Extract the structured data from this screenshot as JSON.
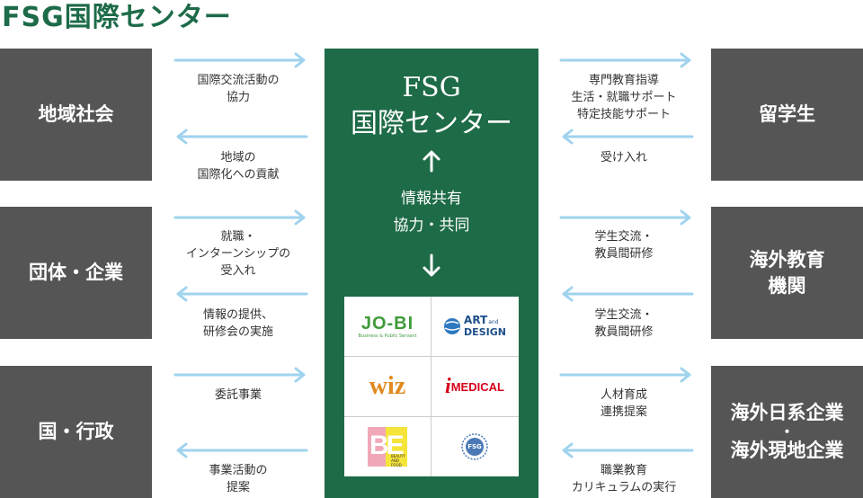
{
  "title": "FSG国際センター",
  "center": {
    "title_line1": "FSG",
    "title_line2": "国際センター",
    "middle_line1": "情報共有",
    "middle_line2": "協力・共同"
  },
  "left_boxes": {
    "community": "地域社会",
    "organizations": "団体・企業",
    "government": "国・行政"
  },
  "right_boxes": {
    "students": "留学生",
    "overseas_edu_line1": "海外教育",
    "overseas_edu_line2": "機関",
    "overseas_corp_line1": "海外日系企業",
    "overseas_corp_dot": "・",
    "overseas_corp_line2": "海外現地企業"
  },
  "left_labels": {
    "l1": [
      "国際交流活動の",
      "協力"
    ],
    "l2": [
      "地域の",
      "国際化への貢献"
    ],
    "l3": [
      "就職・",
      "インターンシップの",
      "受入れ"
    ],
    "l4": [
      "情報の提供、",
      "研修会の実施"
    ],
    "l5": [
      "委託事業"
    ],
    "l6": [
      "事業活動の",
      "提案"
    ]
  },
  "right_labels": {
    "r1": [
      "専門教育指導",
      "生活・就職サポート",
      "特定技能サポート"
    ],
    "r2": [
      "受け入れ"
    ],
    "r3": [
      "学生交流・",
      "教員間研修"
    ],
    "r4": [
      "学生交流・",
      "教員間研修"
    ],
    "r5": [
      "人材育成",
      "連携提案"
    ],
    "r6": [
      "職業教育",
      "カリキュラムの実行"
    ]
  },
  "logos": {
    "jobi": "JO-BI",
    "jobi_sub": "Business & Public Servant",
    "art_line1": "ART",
    "art_and": "and",
    "art_line2": "DESIGN",
    "wiz": "wiz",
    "imedical_i": "i",
    "imedical_rest": "MEDICAL",
    "be": "BE",
    "be_sub": "BEAUTY AND FOOD",
    "fsg_seal": "FSG"
  },
  "colors": {
    "title_green": "#1d6b48",
    "center_green": "#1e6b47",
    "box_gray": "#555555",
    "arrow_blue": "#9fd3ee",
    "jobi_green": "#3f9b3a",
    "art_blue": "#1d4f8a",
    "wiz_orange": "#e08a1e",
    "imedical_red": "#d7001a",
    "be_pink": "#f0a8b8",
    "be_yellow": "#f5e43a",
    "seal_blue": "#4a79b5"
  }
}
